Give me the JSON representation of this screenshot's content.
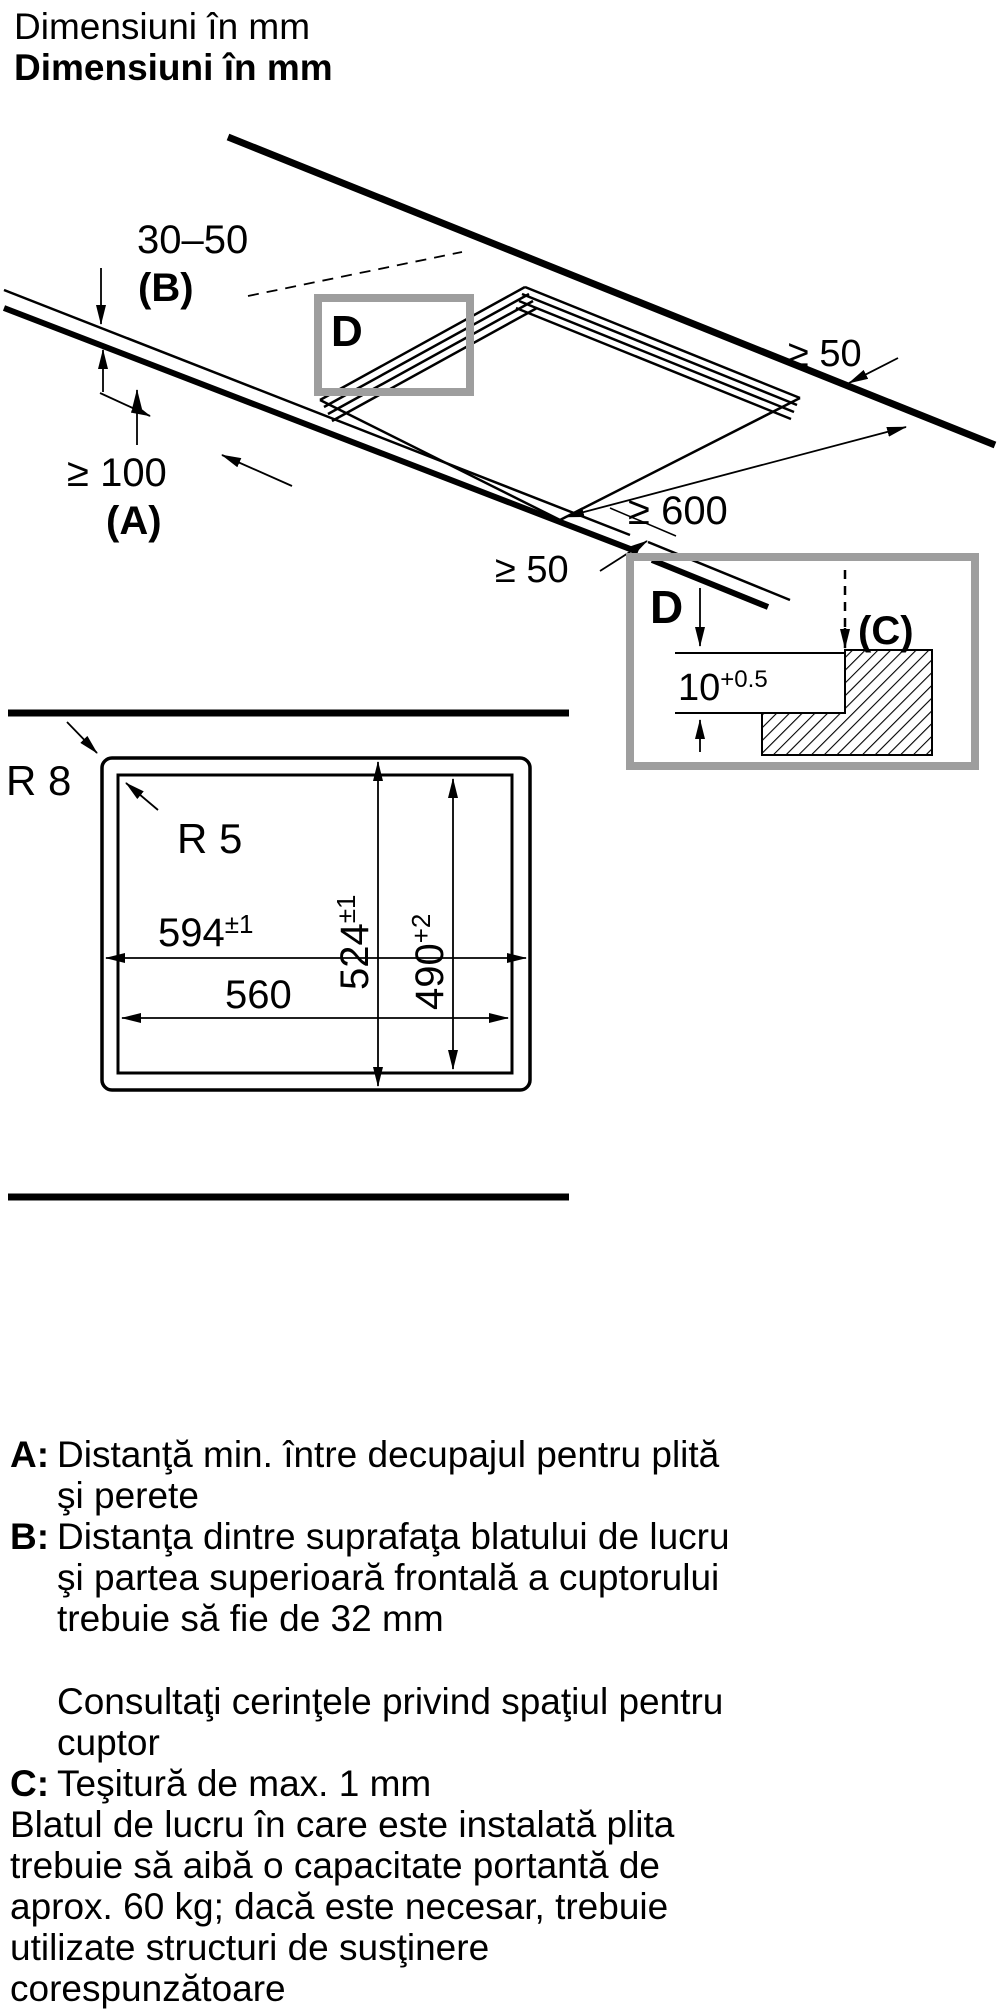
{
  "title": {
    "line1": "Dimensiuni în mm",
    "line2": "Dimensiuni în mm"
  },
  "colors": {
    "ink": "#000000",
    "detail_box_border": "#9e9e9e",
    "background": "#ffffff"
  },
  "top_diagram": {
    "detail_label": "D",
    "dim_b_value": "30–50",
    "dim_b_label": "(B)",
    "dim_a_value": "≥ 100",
    "dim_a_label": "(A)",
    "dim_right_top": "≥ 50",
    "dim_right": "≥ 600",
    "dim_front": "≥ 50"
  },
  "cutout": {
    "corner_outer": "R 8",
    "corner_inner": "R 5",
    "width_appliance": "594",
    "width_appliance_tol": "±1",
    "height_appliance": "524",
    "height_appliance_tol": "±1",
    "cutout_width": "560",
    "cutout_depth": "490",
    "cutout_depth_tol": "+2"
  },
  "detail_d": {
    "label": "D",
    "chamfer_label": "(C)",
    "step_depth": "10",
    "step_depth_tol": "+0.5"
  },
  "notes": [
    {
      "label": "A:",
      "text": "Distanţă min. între decupajul pentru plită"
    },
    {
      "text": "şi perete"
    },
    {
      "label": "B:",
      "text": "Distanţa dintre suprafaţa blatului de lucru"
    },
    {
      "text": "şi partea superioară frontală a cuptorului"
    },
    {
      "text": "trebuie să fie de 32 mm"
    },
    {
      "text": "Consultaţi cerinţele privind spaţiul pentru"
    },
    {
      "text": "cuptor"
    },
    {
      "label": "C:",
      "text": "Teşitură de max. 1 mm"
    },
    {
      "text": "Blatul de lucru în care este instalată plita"
    },
    {
      "text": "trebuie să aibă o capacitate portantă de"
    },
    {
      "text": "aprox. 60 kg; dacă este necesar, trebuie"
    },
    {
      "text": "utilizate structuri de susţinere"
    },
    {
      "text": "corespunzătoare"
    }
  ]
}
